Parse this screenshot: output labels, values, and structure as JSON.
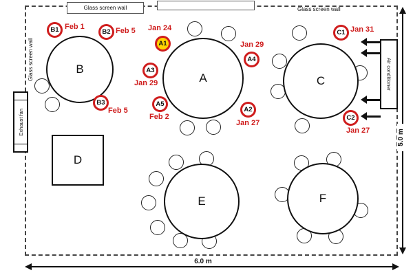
{
  "diagram": {
    "dimensions": {
      "width": "6.0 m",
      "height": "5.0 m"
    },
    "walls": {
      "glass_top_left": "Glass screen wall",
      "glass_top_right": "Glass screen wall",
      "glass_left": "Glass screen wall"
    },
    "equipment": {
      "exhaust_fan": "Exhaust fan",
      "air_conditioner": "Air conditioner"
    },
    "tables": {
      "A": "A",
      "B": "B",
      "C": "C",
      "D": "D",
      "E": "E",
      "F": "F"
    },
    "patients": {
      "B1": {
        "id": "B1",
        "date": "Feb 1"
      },
      "B2": {
        "id": "B2",
        "date": "Feb 5"
      },
      "B3": {
        "id": "B3",
        "date": "Feb 5"
      },
      "A1": {
        "id": "A1",
        "date": "Jan 24",
        "index_case": true
      },
      "A2": {
        "id": "A2",
        "date": "Jan 27"
      },
      "A3": {
        "id": "A3",
        "date": "Jan 29"
      },
      "A4": {
        "id": "A4",
        "date": "Jan 29"
      },
      "A5": {
        "id": "A5",
        "date": "Feb 2"
      },
      "C1": {
        "id": "C1",
        "date": "Jan 31"
      },
      "C2": {
        "id": "C2",
        "date": "Jan 27"
      }
    },
    "colors": {
      "marker_ring": "#cf1d1d",
      "index_fill": "#ffd400",
      "date_text": "#cf1d1d"
    }
  }
}
